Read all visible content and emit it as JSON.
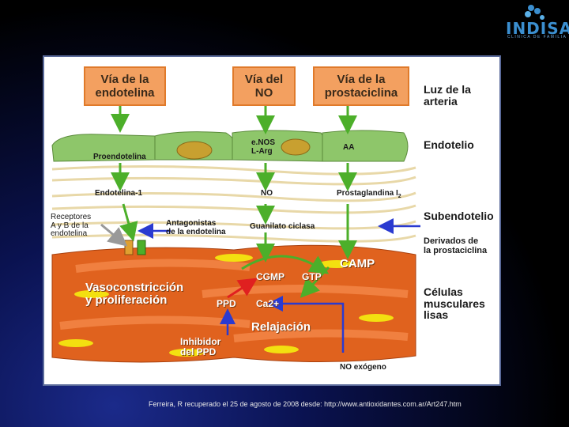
{
  "logo": {
    "brand": "INDISA",
    "tagline": "CLINICA DE FAMILIA",
    "accent": "#3b8fd0"
  },
  "diagram": {
    "pathways": [
      {
        "label": "Vía de la\nendotelina"
      },
      {
        "label": "Vía del\nNO"
      },
      {
        "label": "Vía de la\nprostaciclina"
      }
    ],
    "layers": {
      "lumen": "Luz de la\narteria",
      "endothelium": "Endotelio",
      "subendothelium": "Subendotelio",
      "smooth_muscle": "Células\nmusculares\nlisas"
    },
    "labels": {
      "proendotelina": "Proendotelina",
      "enos": "e.NOS\nL-Arg",
      "aa": "AA",
      "endotelina1": "Endotelina-1",
      "no": "NO",
      "prostaglandina": "Prostaglandina I",
      "prostaglandina_sub": "2",
      "receptores": "Receptores\nA y B de la\nendotelina",
      "antagonistas": "Antagonistas\nde la endotelina",
      "guanilato": "Guanilato ciclasa",
      "derivados": "Derivados de\nla prostaciclina",
      "camp": "CAMP",
      "cgmp": "CGMP",
      "gtp": "GTP",
      "vasoconstriccion": "Vasoconstricción\ny proliferación",
      "ppd": "PPD",
      "ca2": "Ca2+",
      "relajacion": "Relajación",
      "inhibidor": "Inhibidor\ndel PPD",
      "no_exogeno": "NO exógeno"
    },
    "colors": {
      "box": "#f3a060",
      "cell_green": "#8ec66a",
      "muscle": "#e0621e",
      "nucleus": "#f3e010",
      "arrow_green": "#4caf2a",
      "arrow_blue": "#2a3ad0",
      "arrow_red": "#e02020"
    }
  },
  "citation": "Ferreira, R recuperado el 25 de agosto  de 2008 desde: http://www.antioxidantes.com.ar/Art247.htm"
}
